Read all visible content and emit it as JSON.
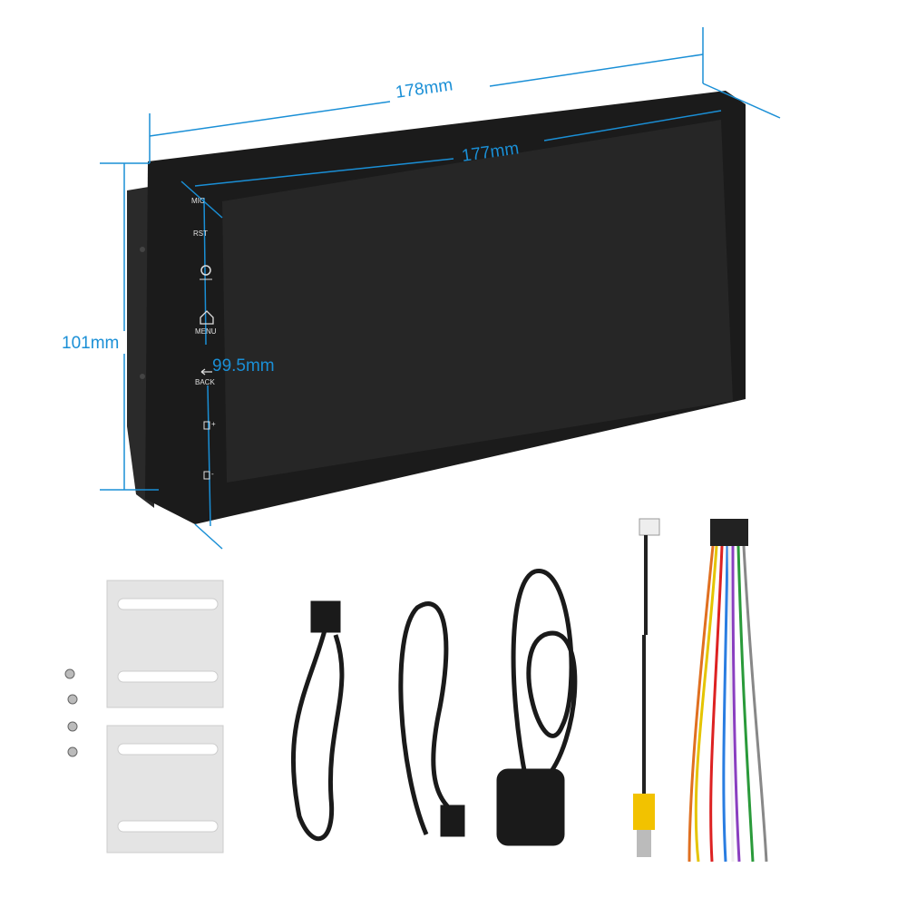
{
  "dimensions": {
    "outer_width": "178mm",
    "screen_width": "177mm",
    "outer_height": "101mm",
    "screen_height": "99.5mm"
  },
  "panel_buttons": [
    "MIC",
    "RST",
    "power",
    "MENU",
    "BACK",
    "volume-up",
    "volume-down"
  ],
  "panel_labels": {
    "mic": "MIC",
    "rst": "RST",
    "menu": "MENU",
    "back": "BACK"
  },
  "colors": {
    "dimension_line": "#1a8fd6",
    "unit_body": "#1b1b1b",
    "screen": "#262626",
    "bracket": "#e4e4e4"
  },
  "accessories": [
    "screws",
    "mounting-brackets",
    "usb-cable",
    "usb-cable-2",
    "gps-antenna",
    "rca-camera-cable",
    "wiring-harness"
  ]
}
